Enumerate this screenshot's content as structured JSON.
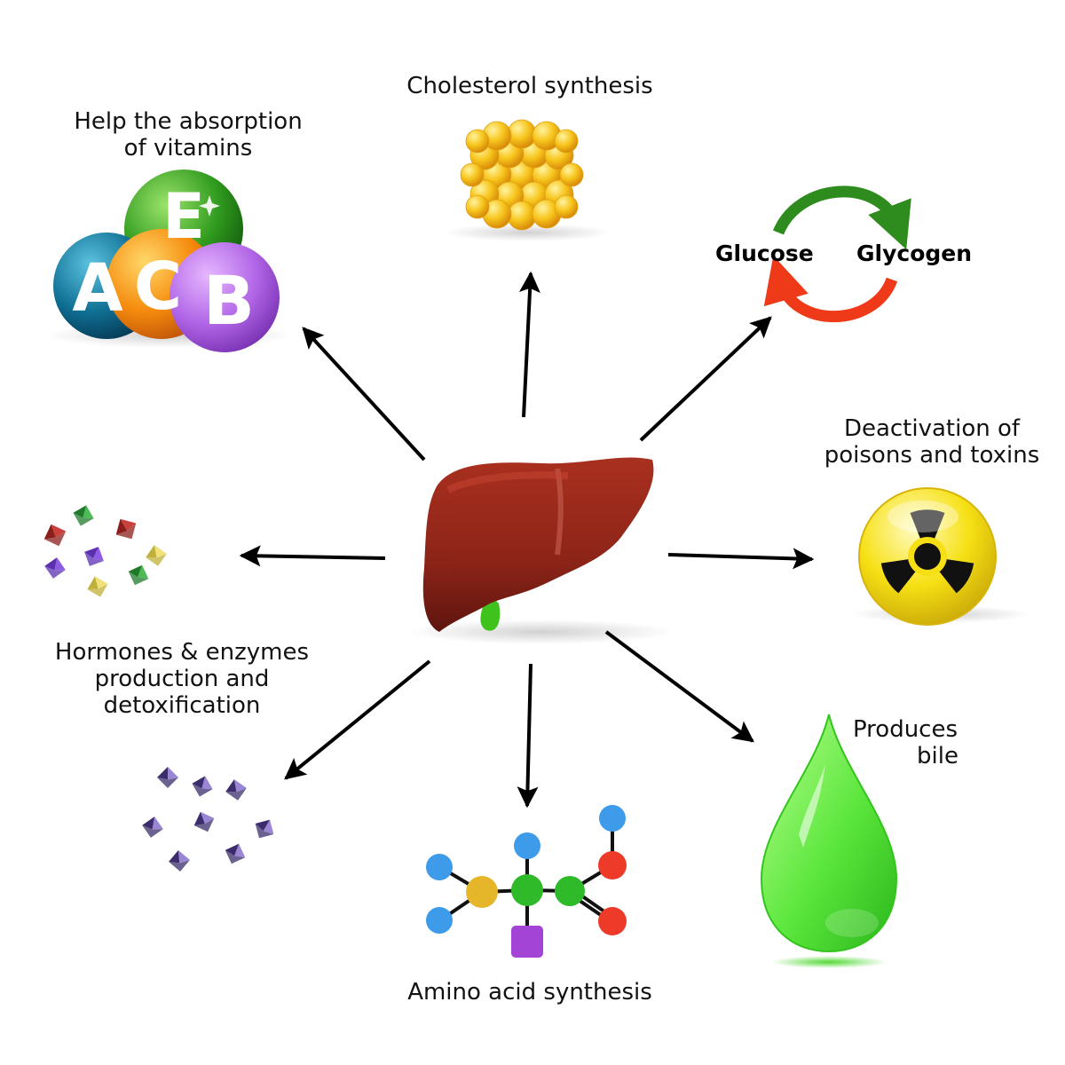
{
  "functions": {
    "vitamins": {
      "line1": "Help the absorption",
      "line2": "of vitamins",
      "letters": [
        "E",
        "A",
        "C",
        "B"
      ]
    },
    "cholesterol": {
      "line1": "Cholesterol synthesis"
    },
    "glucose_cycle": {
      "left": "Glucose",
      "right": "Glycogen"
    },
    "toxins": {
      "line1": "Deactivation of",
      "line2": "poisons and toxins"
    },
    "hormones": {
      "line1": "Hormones & enzymes",
      "line2": "production and",
      "line3": "detoxification"
    },
    "amino": {
      "line1": "Amino acid synthesis"
    },
    "bile": {
      "line1": "Produces",
      "line2": "bile"
    }
  },
  "colors": {
    "liver": "#8c2418",
    "gallbladder": "#4fd42a",
    "arrow": "#000000",
    "cycle_green": "#2e8b1e",
    "cycle_red": "#ee3a18",
    "radiation_yellow": "#f7e314",
    "bile_green": "#5be63c",
    "fat_yellow": "#f5c21c"
  },
  "icons": [
    "liver-icon",
    "vitamin-balls-icon",
    "fat-cluster-icon",
    "cycle-arrows-icon",
    "radiation-icon",
    "crystals-icon",
    "molecule-icon",
    "drop-icon"
  ]
}
